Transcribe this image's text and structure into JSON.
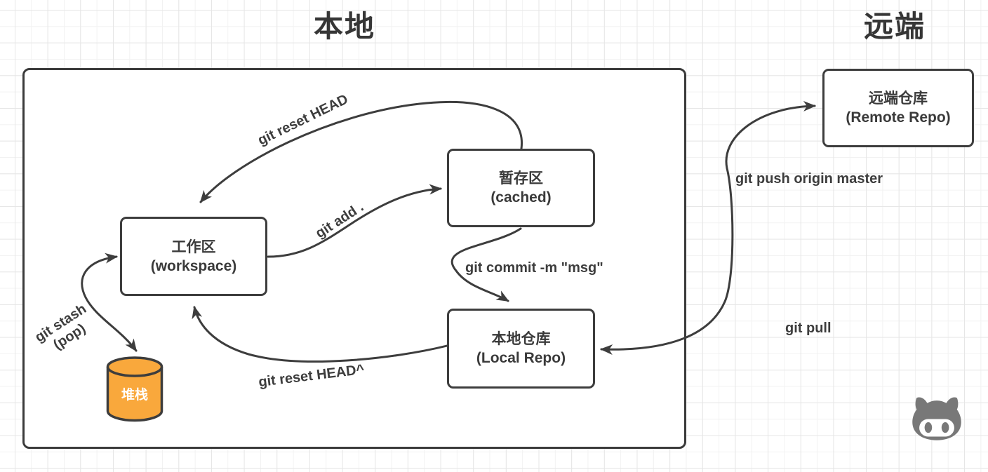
{
  "diagram": {
    "titles": {
      "local": "本地",
      "remote": "远端"
    },
    "nodes": {
      "workspace": {
        "title": "工作区",
        "subtitle": "(workspace)"
      },
      "cached": {
        "title": "暂存区",
        "subtitle": "(cached)"
      },
      "local_repo": {
        "title": "本地仓库",
        "subtitle": "(Local Repo)"
      },
      "remote_repo": {
        "title": "远端仓库",
        "subtitle": "(Remote Repo)"
      },
      "stack": {
        "title": "堆栈"
      }
    },
    "edge_labels": {
      "reset_head": "git reset HEAD",
      "add": "git add .",
      "commit": "git commit -m \"msg\"",
      "reset_head_parent": "git reset HEAD^",
      "stash": "git stash",
      "stash_pop": "(pop)",
      "push": "git push origin master",
      "pull": "git pull"
    },
    "colors": {
      "line": "#3d3d3d",
      "stack_fill": "#f9a83c",
      "octocat": "#787878",
      "grid_minor": "#f2f2f2",
      "grid_major": "#e6e6e6"
    },
    "icons": [
      {
        "name": "github-octocat-icon"
      }
    ]
  }
}
